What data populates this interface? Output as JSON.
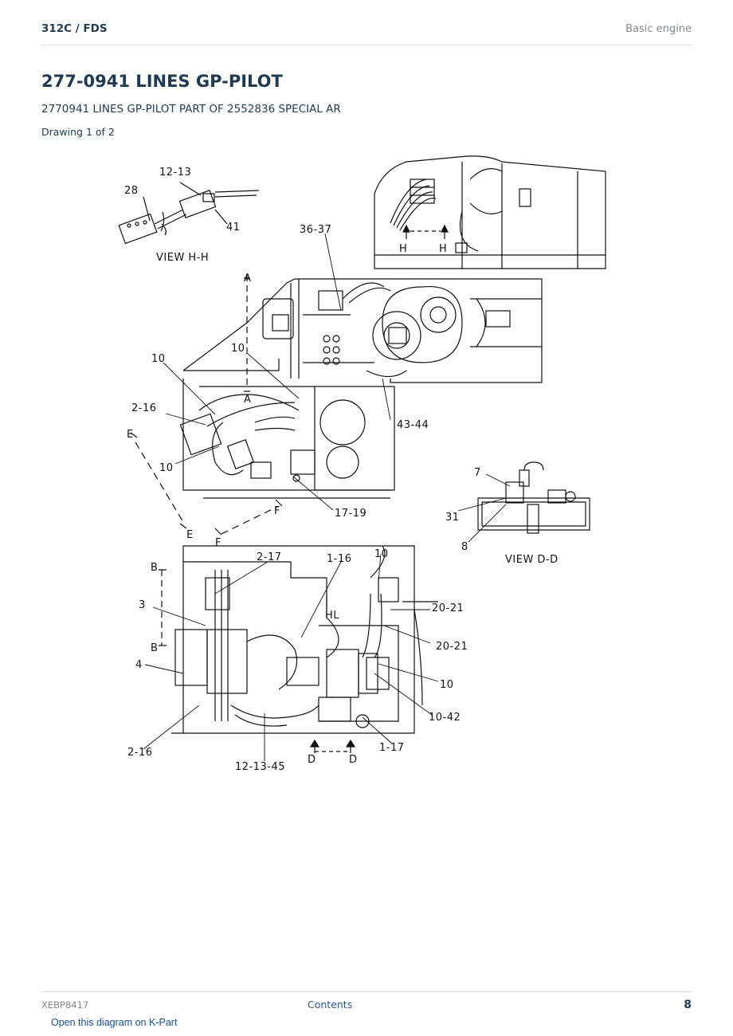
{
  "header": {
    "model": "312C  /  FDS",
    "section": "Basic engine"
  },
  "title": "277-0941 LINES GP-PILOT",
  "subtitle": "2770941 LINES GP-PILOT PART OF 2552836 SPECIAL AR",
  "drawing_label": "Drawing 1 of 2",
  "diagram": {
    "callouts": [
      "12-13",
      "28",
      "41",
      "VIEW H-H",
      "36-37",
      "H",
      "H",
      "A",
      "A",
      "10",
      "10",
      "2-16",
      "E",
      "10",
      "43-44",
      "17-19",
      "F",
      "E",
      "F",
      "7",
      "31",
      "8",
      "VIEW D-D",
      "2-17",
      "1-16",
      "10",
      "B",
      "3",
      "B",
      "HL",
      "20-21",
      "20-21",
      "4",
      "10",
      "10-42",
      "2-16",
      "1-17",
      "12-13-45",
      "D",
      "D"
    ]
  },
  "footer": {
    "doc_id": "XEBP8417",
    "contents_label": "Contents",
    "page_number": "8"
  },
  "kpart_link": "Open this diagram on K-Part"
}
